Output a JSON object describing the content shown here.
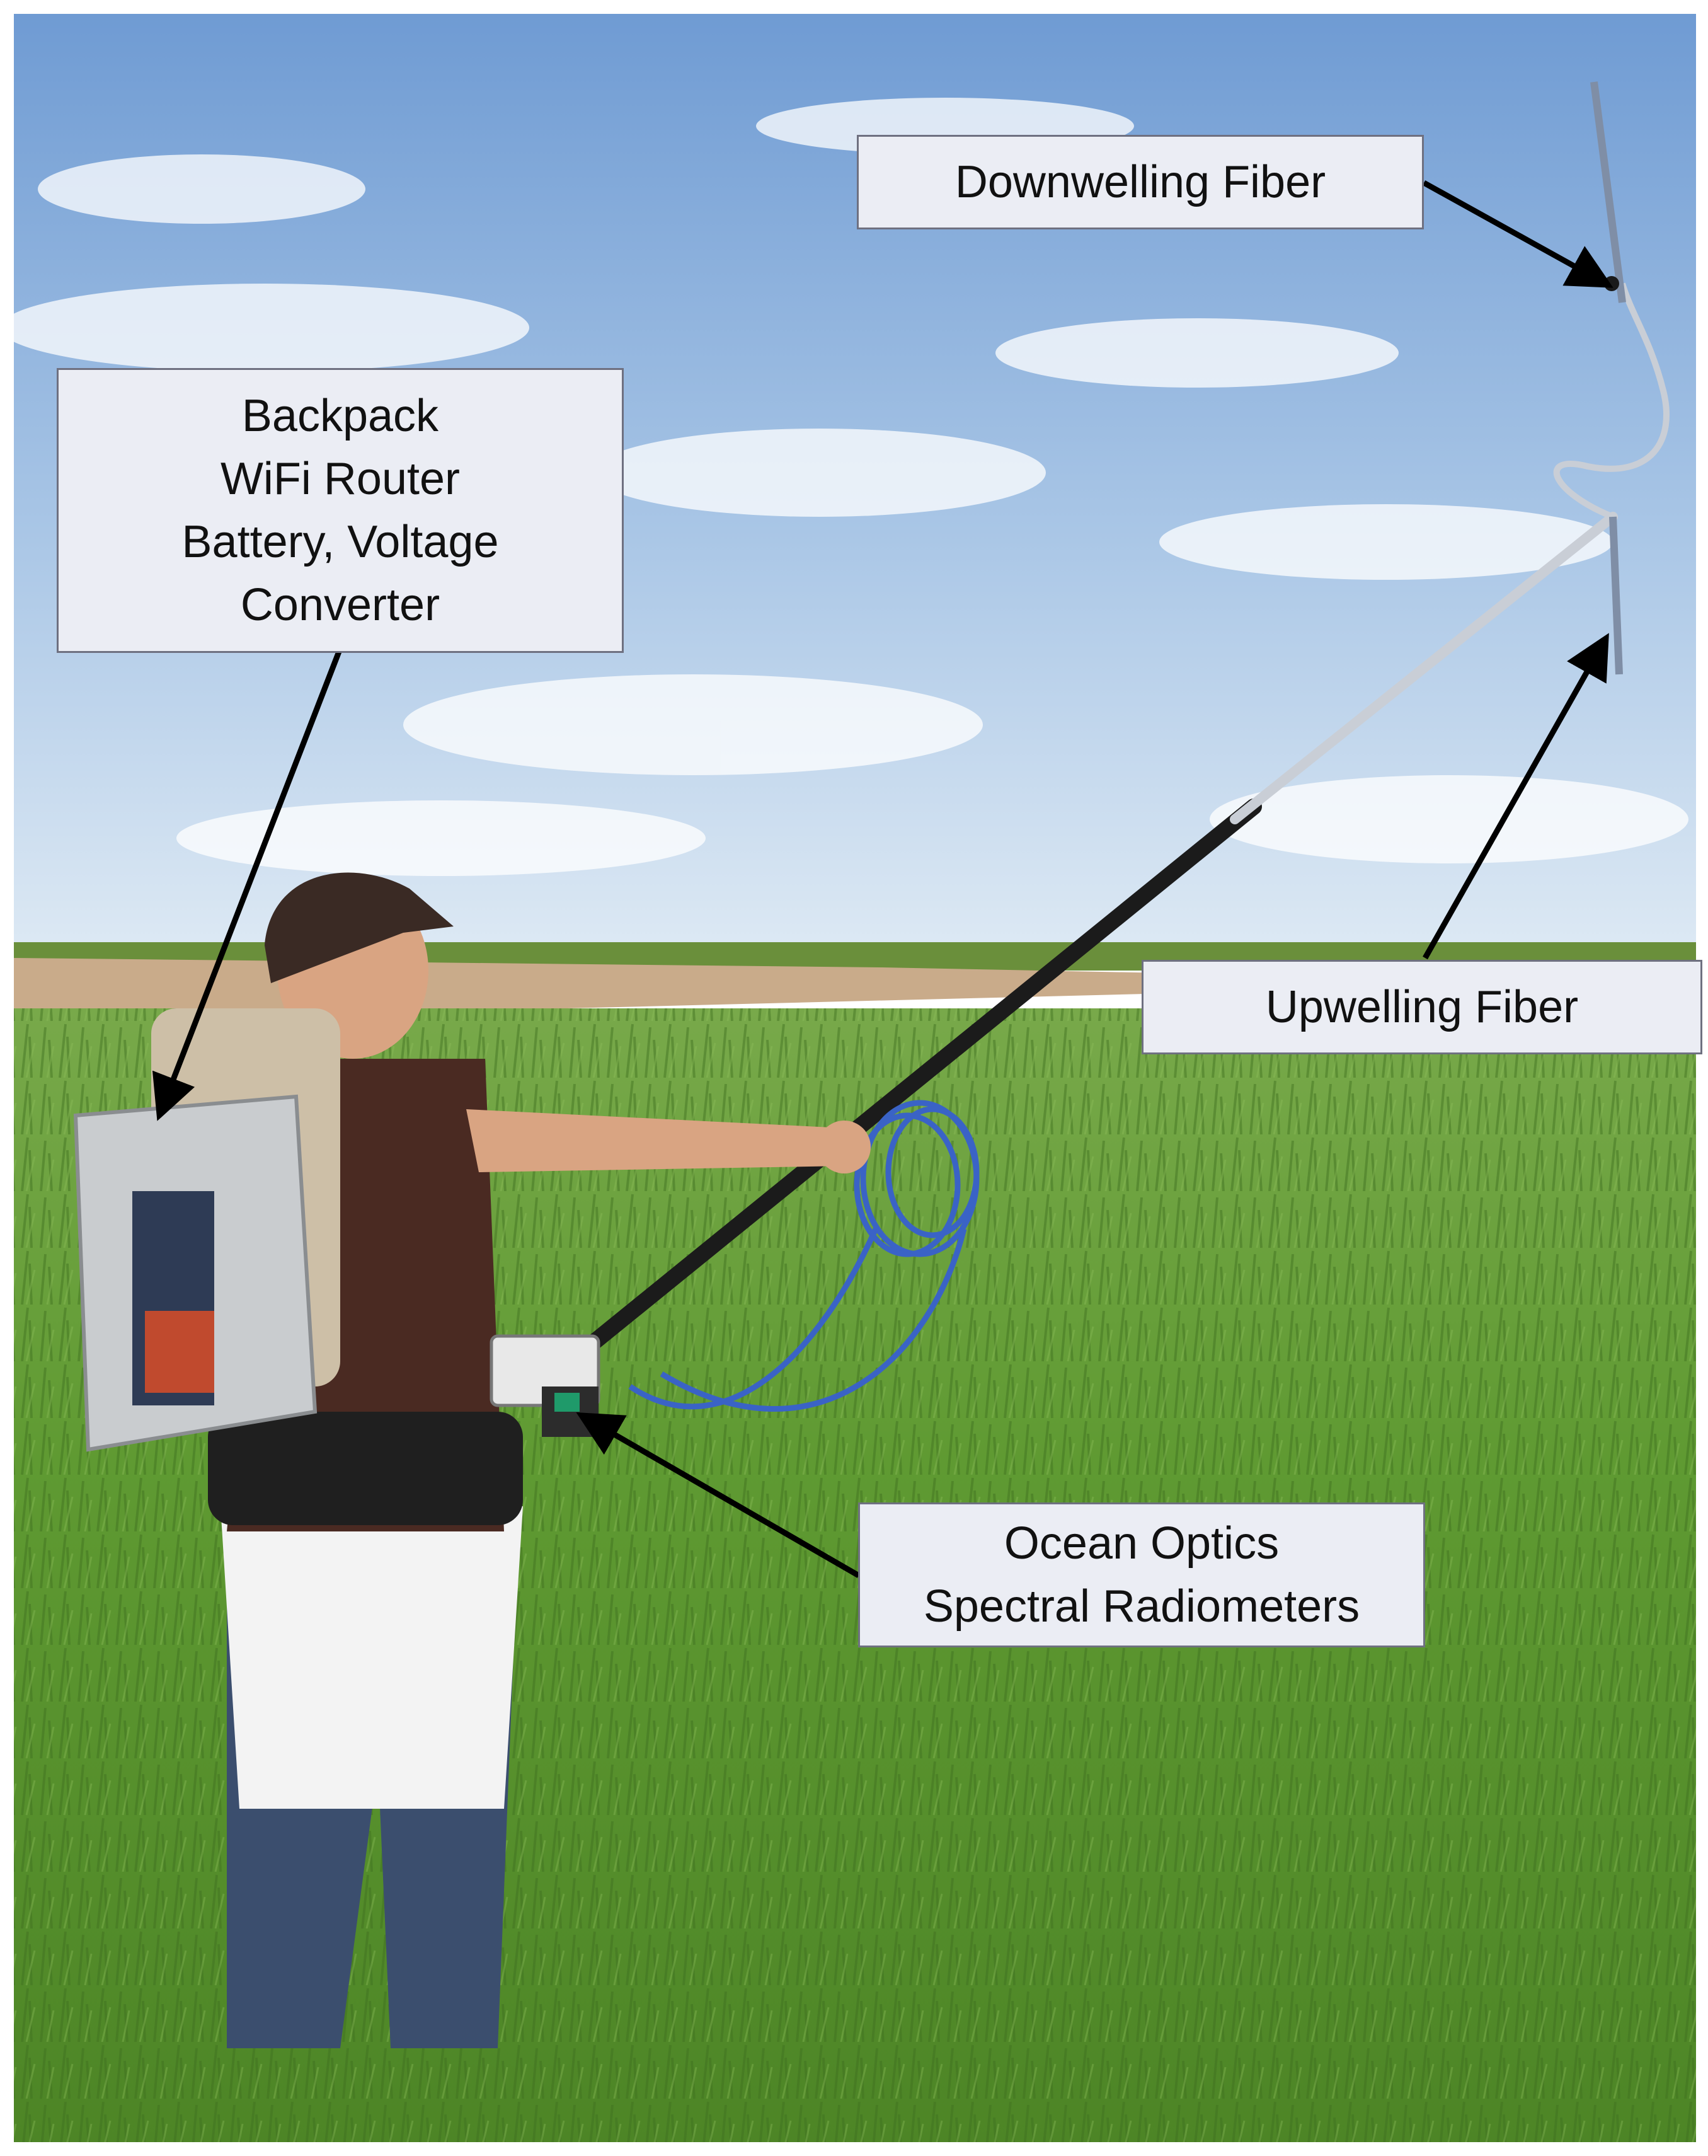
{
  "callouts": {
    "downwelling": {
      "lines": [
        "Downwelling Fiber"
      ]
    },
    "backpack": {
      "lines": [
        "Backpack",
        "WiFi Router",
        "Battery, Voltage",
        "Converter"
      ]
    },
    "upwelling": {
      "lines": [
        "Upwelling Fiber"
      ]
    },
    "radiometers": {
      "lines": [
        "Ocean Optics",
        "Spectral Radiometers"
      ]
    }
  },
  "colors": {
    "sky_top": "#6f9bd3",
    "sky_horizon": "#dde9f4",
    "grass": "#5f9a32",
    "grass_dark": "#3f6e20",
    "soil": "#c9ab8a",
    "callout_fill": "#ebedf4",
    "callout_border": "#6e7080",
    "arrow": "#000000"
  }
}
